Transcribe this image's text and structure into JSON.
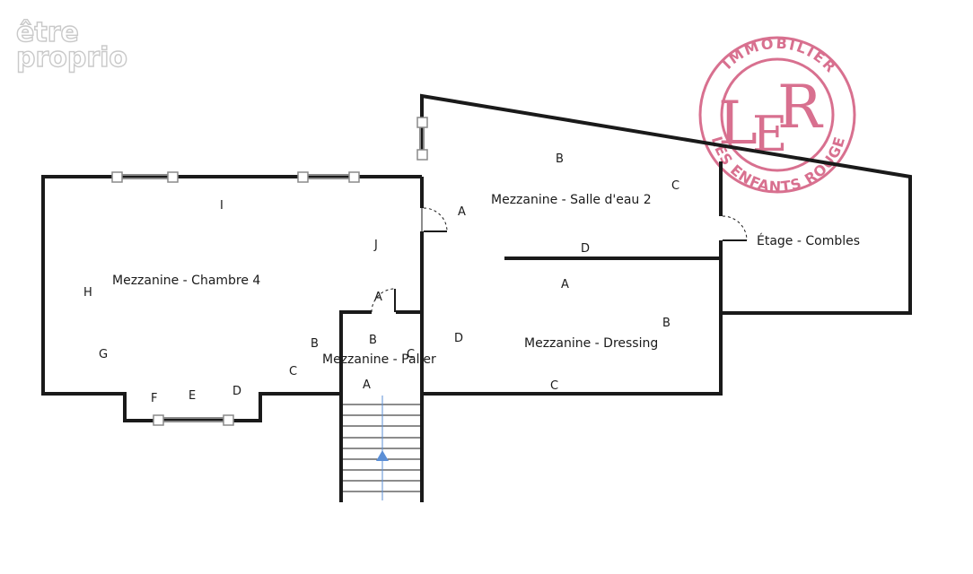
{
  "watermark": {
    "line1": "être",
    "line2": "proprio"
  },
  "logo": {
    "monogram": "LER",
    "ring_top": "IMMOBILIER",
    "ring_bottom": "LES ENFANTS ROUGES",
    "color": "#d8708f"
  },
  "rooms": {
    "chambre": "Mezzanine - Chambre 4",
    "salle_eau": "Mezzanine - Salle d'eau 2",
    "combles": "Étage - Combles",
    "palier": "Mezzanine - Palier",
    "dressing": "Mezzanine - Dressing"
  },
  "wall_labels": {
    "chambre": [
      "I",
      "J",
      "A",
      "H",
      "G",
      "B",
      "C",
      "F",
      "E",
      "D"
    ],
    "salle_eau": [
      "B",
      "C",
      "A",
      "D"
    ],
    "palier": [
      "B",
      "C",
      "A"
    ],
    "dressing": [
      "A",
      "B",
      "D",
      "C"
    ]
  },
  "colors": {
    "wall": "#1a1a1a",
    "window": "#8a8a8a",
    "stairs_arrow": "#5b8fd6"
  }
}
